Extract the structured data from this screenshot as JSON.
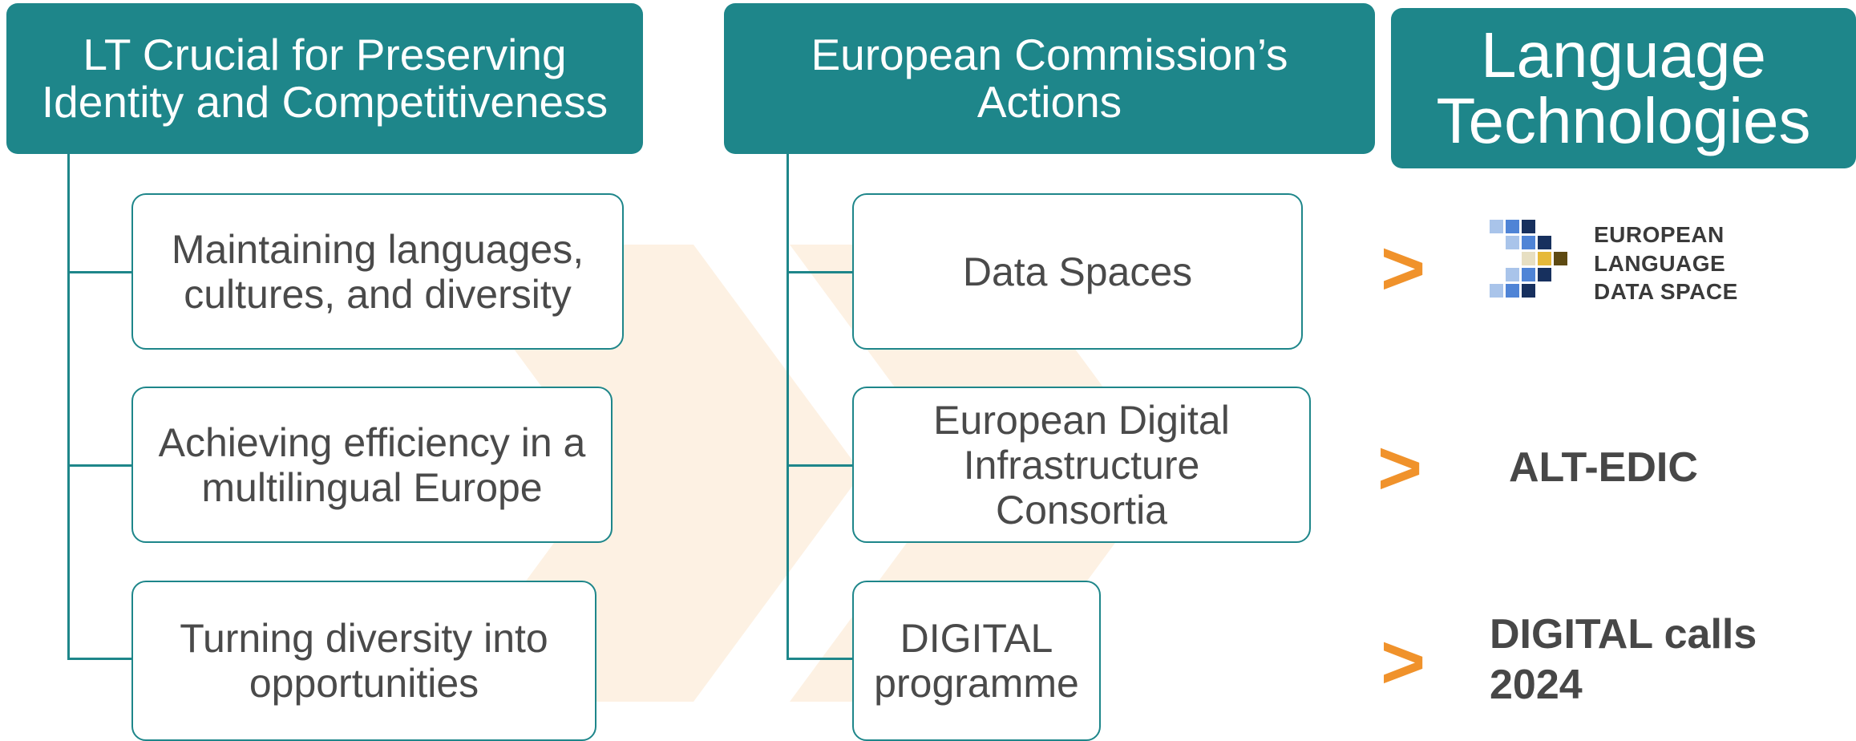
{
  "columns": [
    {
      "header": "LT Crucial for Preserving\nIdentity and Competitiveness",
      "items": [
        "Maintaining languages,\ncultures, and diversity",
        "Achieving efficiency in a\nmultilingual Europe",
        "Turning diversity into\nopportunities"
      ]
    },
    {
      "header": "European Commission’s\nActions",
      "items": [
        "Data Spaces",
        "European Digital\nInfrastructure\nConsortia",
        "DIGITAL\nprogramme"
      ]
    }
  ],
  "language_technologies": {
    "header": "Language\nTechnologies",
    "arrow_symbol": ">",
    "logo_text": "EUROPEAN\nLANGUAGE\nDATA SPACE",
    "items": [
      "ALT-EDIC",
      "DIGITAL calls\n2024"
    ]
  },
  "colors": {
    "teal": "#1e868a",
    "orange": "#f0922b",
    "chevron_bg": "#fdf1e3",
    "text": "#4a4a4a"
  },
  "icons": {
    "background": "double-chevron-icon",
    "arrows": "greater-than-arrow-icon",
    "logo": "european-language-data-space-logo"
  }
}
